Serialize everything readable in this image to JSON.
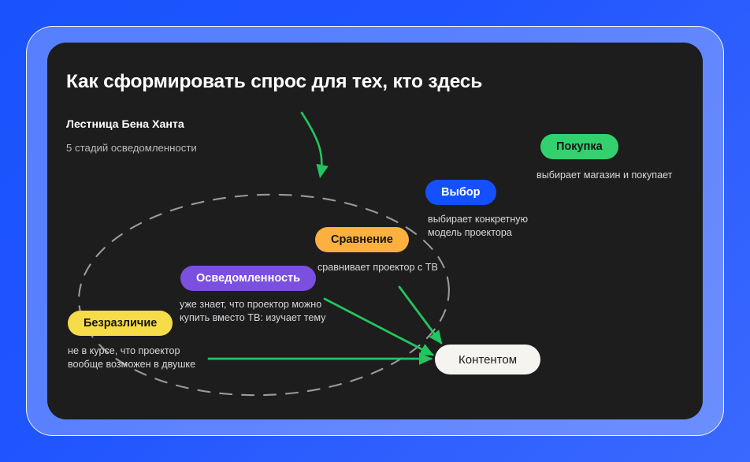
{
  "slide": {
    "title": "Как сформировать спрос для тех, кто здесь",
    "ladder_title": "Лестница Бена Ханта",
    "ladder_subtitle": "5 стадий осведомленности",
    "background_color": "#1d1d1d",
    "page_background_color": "#1f55ff"
  },
  "stages": [
    {
      "key": "indifference",
      "label": "Безразличие",
      "caption": "не в курсе, что проектор\nвообще возможен в двушке",
      "color": "#F7DC4A",
      "text_color": "#131313"
    },
    {
      "key": "awareness",
      "label": "Осведомленность",
      "caption": "уже знает, что проектор можно\nкупить вместо ТВ: изучает тему",
      "color": "#7B4FE0",
      "text_color": "#ffffff"
    },
    {
      "key": "comparison",
      "label": "Сравнение",
      "caption": "сравнивает проектор с ТВ",
      "color": "#FBB040",
      "text_color": "#131313"
    },
    {
      "key": "choice",
      "label": "Выбор",
      "caption": "выбирает конкретную\nмодель проектора",
      "color": "#1550FF",
      "text_color": "#ffffff"
    },
    {
      "key": "purchase",
      "label": "Покупка",
      "caption": "выбирает магазин и покупает",
      "color": "#33D16E",
      "text_color": "#131313"
    }
  ],
  "target": {
    "label": "Контентом",
    "color": "#f5f4f1",
    "text_color": "#1b1b1b"
  },
  "annotations": {
    "arrow_color": "#23C55E",
    "ellipse_color": "#9a9a9a",
    "ellipse_style": "dashed"
  }
}
